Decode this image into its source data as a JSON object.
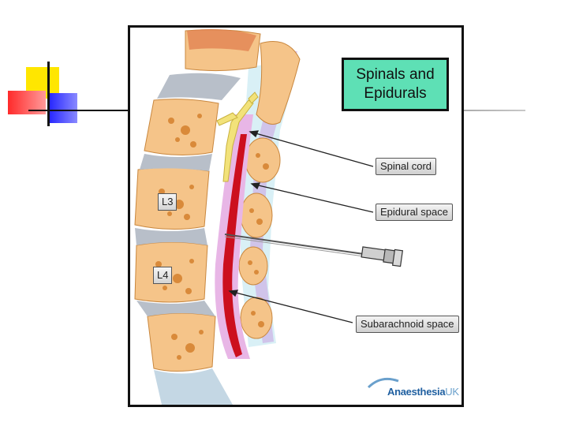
{
  "slide": {
    "title_line1": "Spinals and",
    "title_line2": "Epidurals"
  },
  "diagram": {
    "vertebra_labels": [
      "L3",
      "L4"
    ],
    "callouts": {
      "spinal_cord": "Spinal cord",
      "epidural_space": "Epidural space",
      "subarachnoid_space": "Subarachnoid space"
    },
    "logo": {
      "main": "Anaesthesia",
      "suffix": "UK"
    }
  },
  "colors": {
    "bone": "#f5c489",
    "bone_spots": "#d98a3a",
    "disc": "#b8bfc9",
    "dura": "#e8b6e6",
    "spinal_cord": "#cc0f1e",
    "title_fill": "#5ee0b5",
    "csf_blue": "#d9f0f6"
  }
}
